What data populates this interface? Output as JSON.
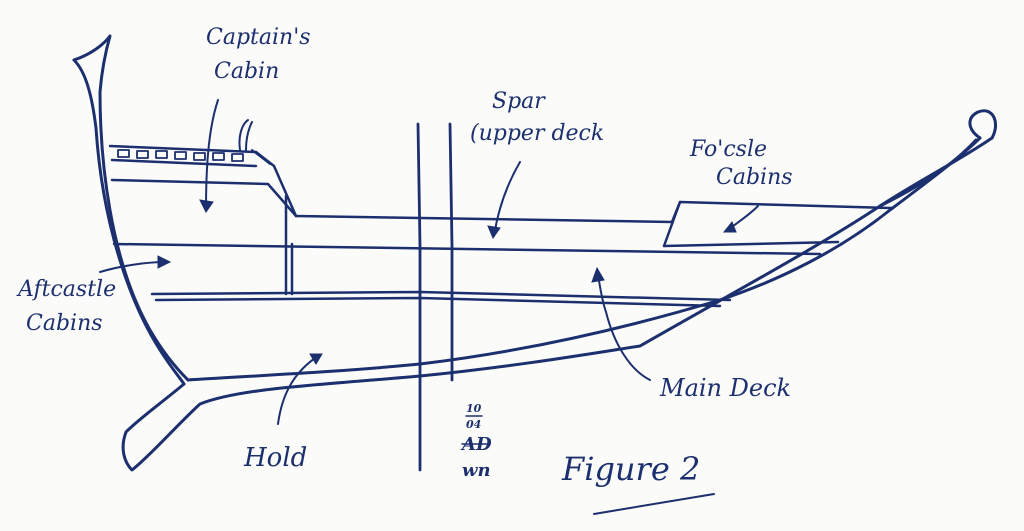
{
  "diagram": {
    "ink_color": "#1c2f6e",
    "paper_color": "#fbfbf9",
    "labels": {
      "captains_cabin_line1": "Captain's",
      "captains_cabin_line2": "Cabin",
      "spar_line1": "Spar",
      "spar_line2": "(upper deck",
      "focsle_line1": "Fo'csle",
      "focsle_line2": "Cabins",
      "aftcastle_line1": "Aftcastle",
      "aftcastle_line2": "Cabins",
      "main_deck": "Main Deck",
      "hold": "Hold",
      "figure_title": "Figure 2"
    },
    "signature": {
      "date_day": "10",
      "date_month": "04",
      "initials": "AD",
      "mark": "wn"
    }
  }
}
